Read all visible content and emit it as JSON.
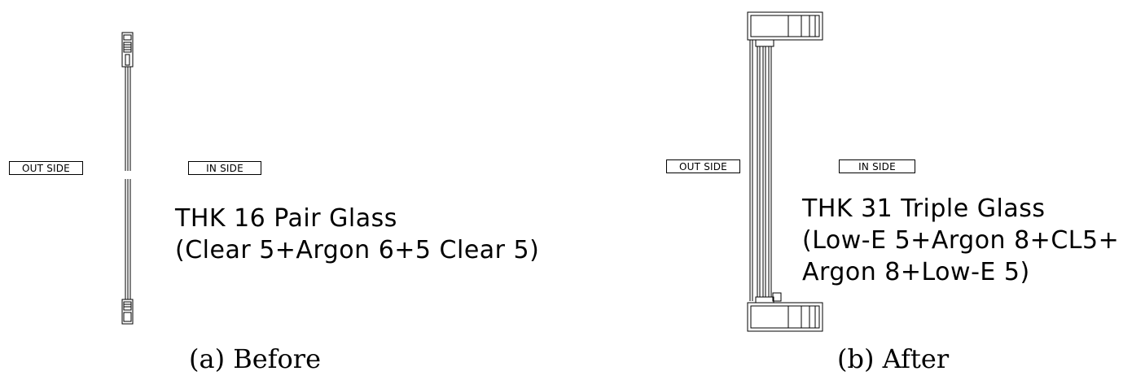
{
  "before": {
    "outside_label": "OUT SIDE",
    "inside_label": "IN SIDE",
    "spec_line1": "THK 16 Pair Glass",
    "spec_line2": "(Clear 5+Argon 6+5 Clear 5)",
    "caption": "(a) Before"
  },
  "after": {
    "outside_label": "OUT SIDE",
    "inside_label": "IN SIDE",
    "spec_line1": "THK 31 Triple Glass",
    "spec_line2": "(Low-E 5+Argon 8+CL5+",
    "spec_line3": "Argon 8+Low-E 5)",
    "caption": "(b) After"
  }
}
